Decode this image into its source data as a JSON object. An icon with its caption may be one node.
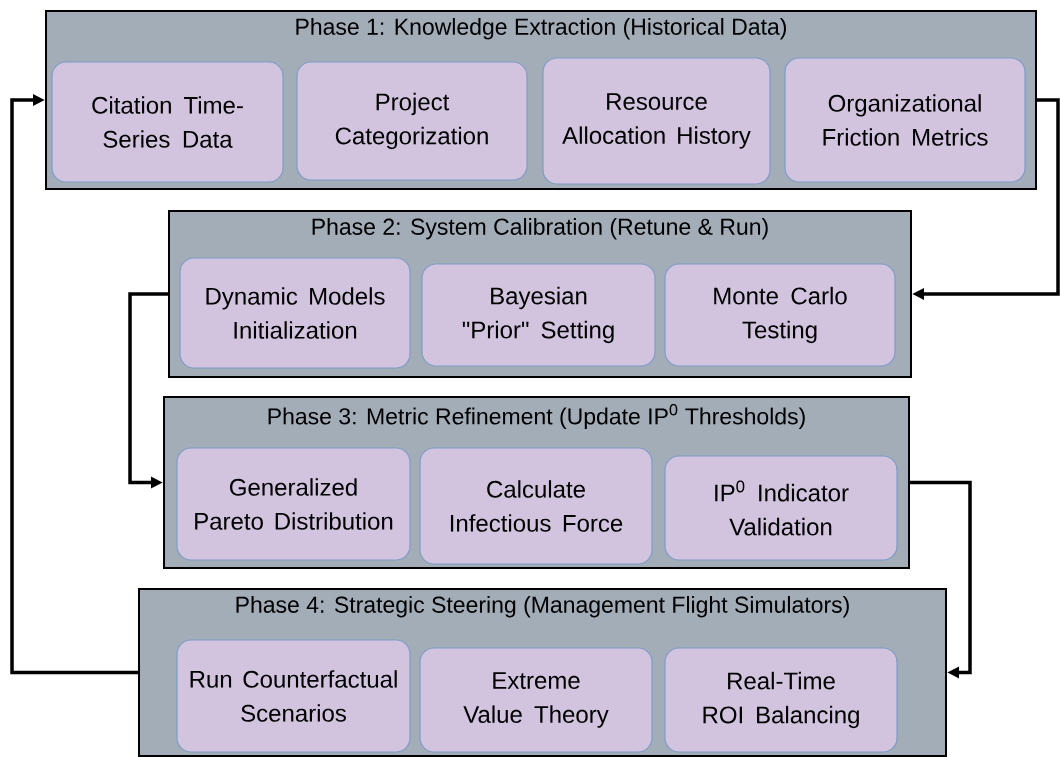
{
  "diagram": {
    "nodes": [
      {
        "text": [
          "Phase 1: Knowledge Extraction (Historical Data)"
        ]
      },
      {
        "text": [
          "Citation Time-Series Data"
        ],
        "in": 0
      },
      {
        "text": [
          "Project Categorization"
        ],
        "in": 0
      },
      {
        "text": [
          "Resource Allocation History"
        ],
        "in": 0
      },
      {
        "text": [
          "Organizational Friction Metrics"
        ],
        "in": 0
      },
      {
        "text": [
          "Phase 2: System Calibration (Retune & Run)"
        ]
      },
      {
        "text": [
          "Dynamic Models Initialization"
        ],
        "in": 5
      },
      {
        "text": [
          "Bayesian \"Prior\" Setting"
        ],
        "in": 5
      },
      {
        "text": [
          "Monte Carlo Testing"
        ],
        "in": 5
      },
      {
        "text": [
          "Phase 3: Metric Refinement (Update IP$^{0}$ Thresholds)"
        ]
      },
      {
        "text": [
          "Generalized Pareto Distribution"
        ],
        "in": 9
      },
      {
        "text": [
          "Calculate Infectious Force"
        ],
        "in": 9
      },
      {
        "text": [
          "IP$^{0}$ Indicator Validation"
        ],
        "in": 9
      },
      {
        "text": [
          "Phase 4: Strategic Steering (Management Flight Simulators)"
        ]
      },
      {
        "text": [
          "Run Counterfactual Scenarios"
        ],
        "in": 13
      },
      {
        "text": [
          "Extreme Value Theory"
        ],
        "in": 13
      },
      {
        "text": [
          "Real-Time ROI Balancing"
        ],
        "in": 13
      }
    ],
    "edges": [
      {
        "from": 0,
        "to": 5,
        "arrow": "to"
      },
      {
        "from": 5,
        "to": 9,
        "arrow": "to"
      },
      {
        "from": 9,
        "to": 13,
        "arrow": "to"
      },
      {
        "from": 13,
        "to": 0,
        "arrow": "to"
      }
    ]
  }
}
